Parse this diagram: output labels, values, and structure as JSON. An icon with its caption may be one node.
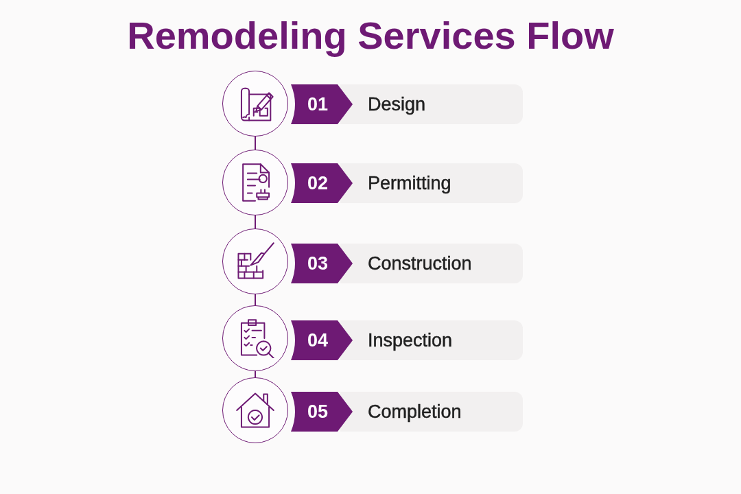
{
  "diagram": {
    "title": "Remodeling Services Flow",
    "nodes": [
      {
        "text": [],
        "shape": "circle"
      },
      {
        "text": [
          "Design"
        ]
      },
      {
        "text": [
          "01"
        ],
        "in": 1
      },
      {
        "text": [],
        "shape": "circle"
      },
      {
        "text": [
          "Permitting"
        ]
      },
      {
        "text": [
          "02"
        ],
        "in": 4
      },
      {
        "text": [],
        "shape": "circle"
      },
      {
        "text": [
          "Construction"
        ]
      },
      {
        "text": [
          "03"
        ],
        "in": 7
      },
      {
        "text": [],
        "shape": "circle"
      },
      {
        "text": [
          "Inspection"
        ]
      },
      {
        "text": [
          "04"
        ],
        "in": 10
      },
      {
        "text": [],
        "shape": "circle"
      },
      {
        "text": [
          "Completion"
        ]
      },
      {
        "text": [
          "05"
        ],
        "in": 13
      }
    ],
    "edges": [
      {
        "from": 0,
        "to": 3,
        "arrow": "none"
      },
      {
        "from": 3,
        "to": 6,
        "arrow": "none"
      },
      {
        "from": 6,
        "to": 9,
        "arrow": "none"
      },
      {
        "from": 9,
        "to": 12,
        "arrow": "none"
      }
    ]
  }
}
